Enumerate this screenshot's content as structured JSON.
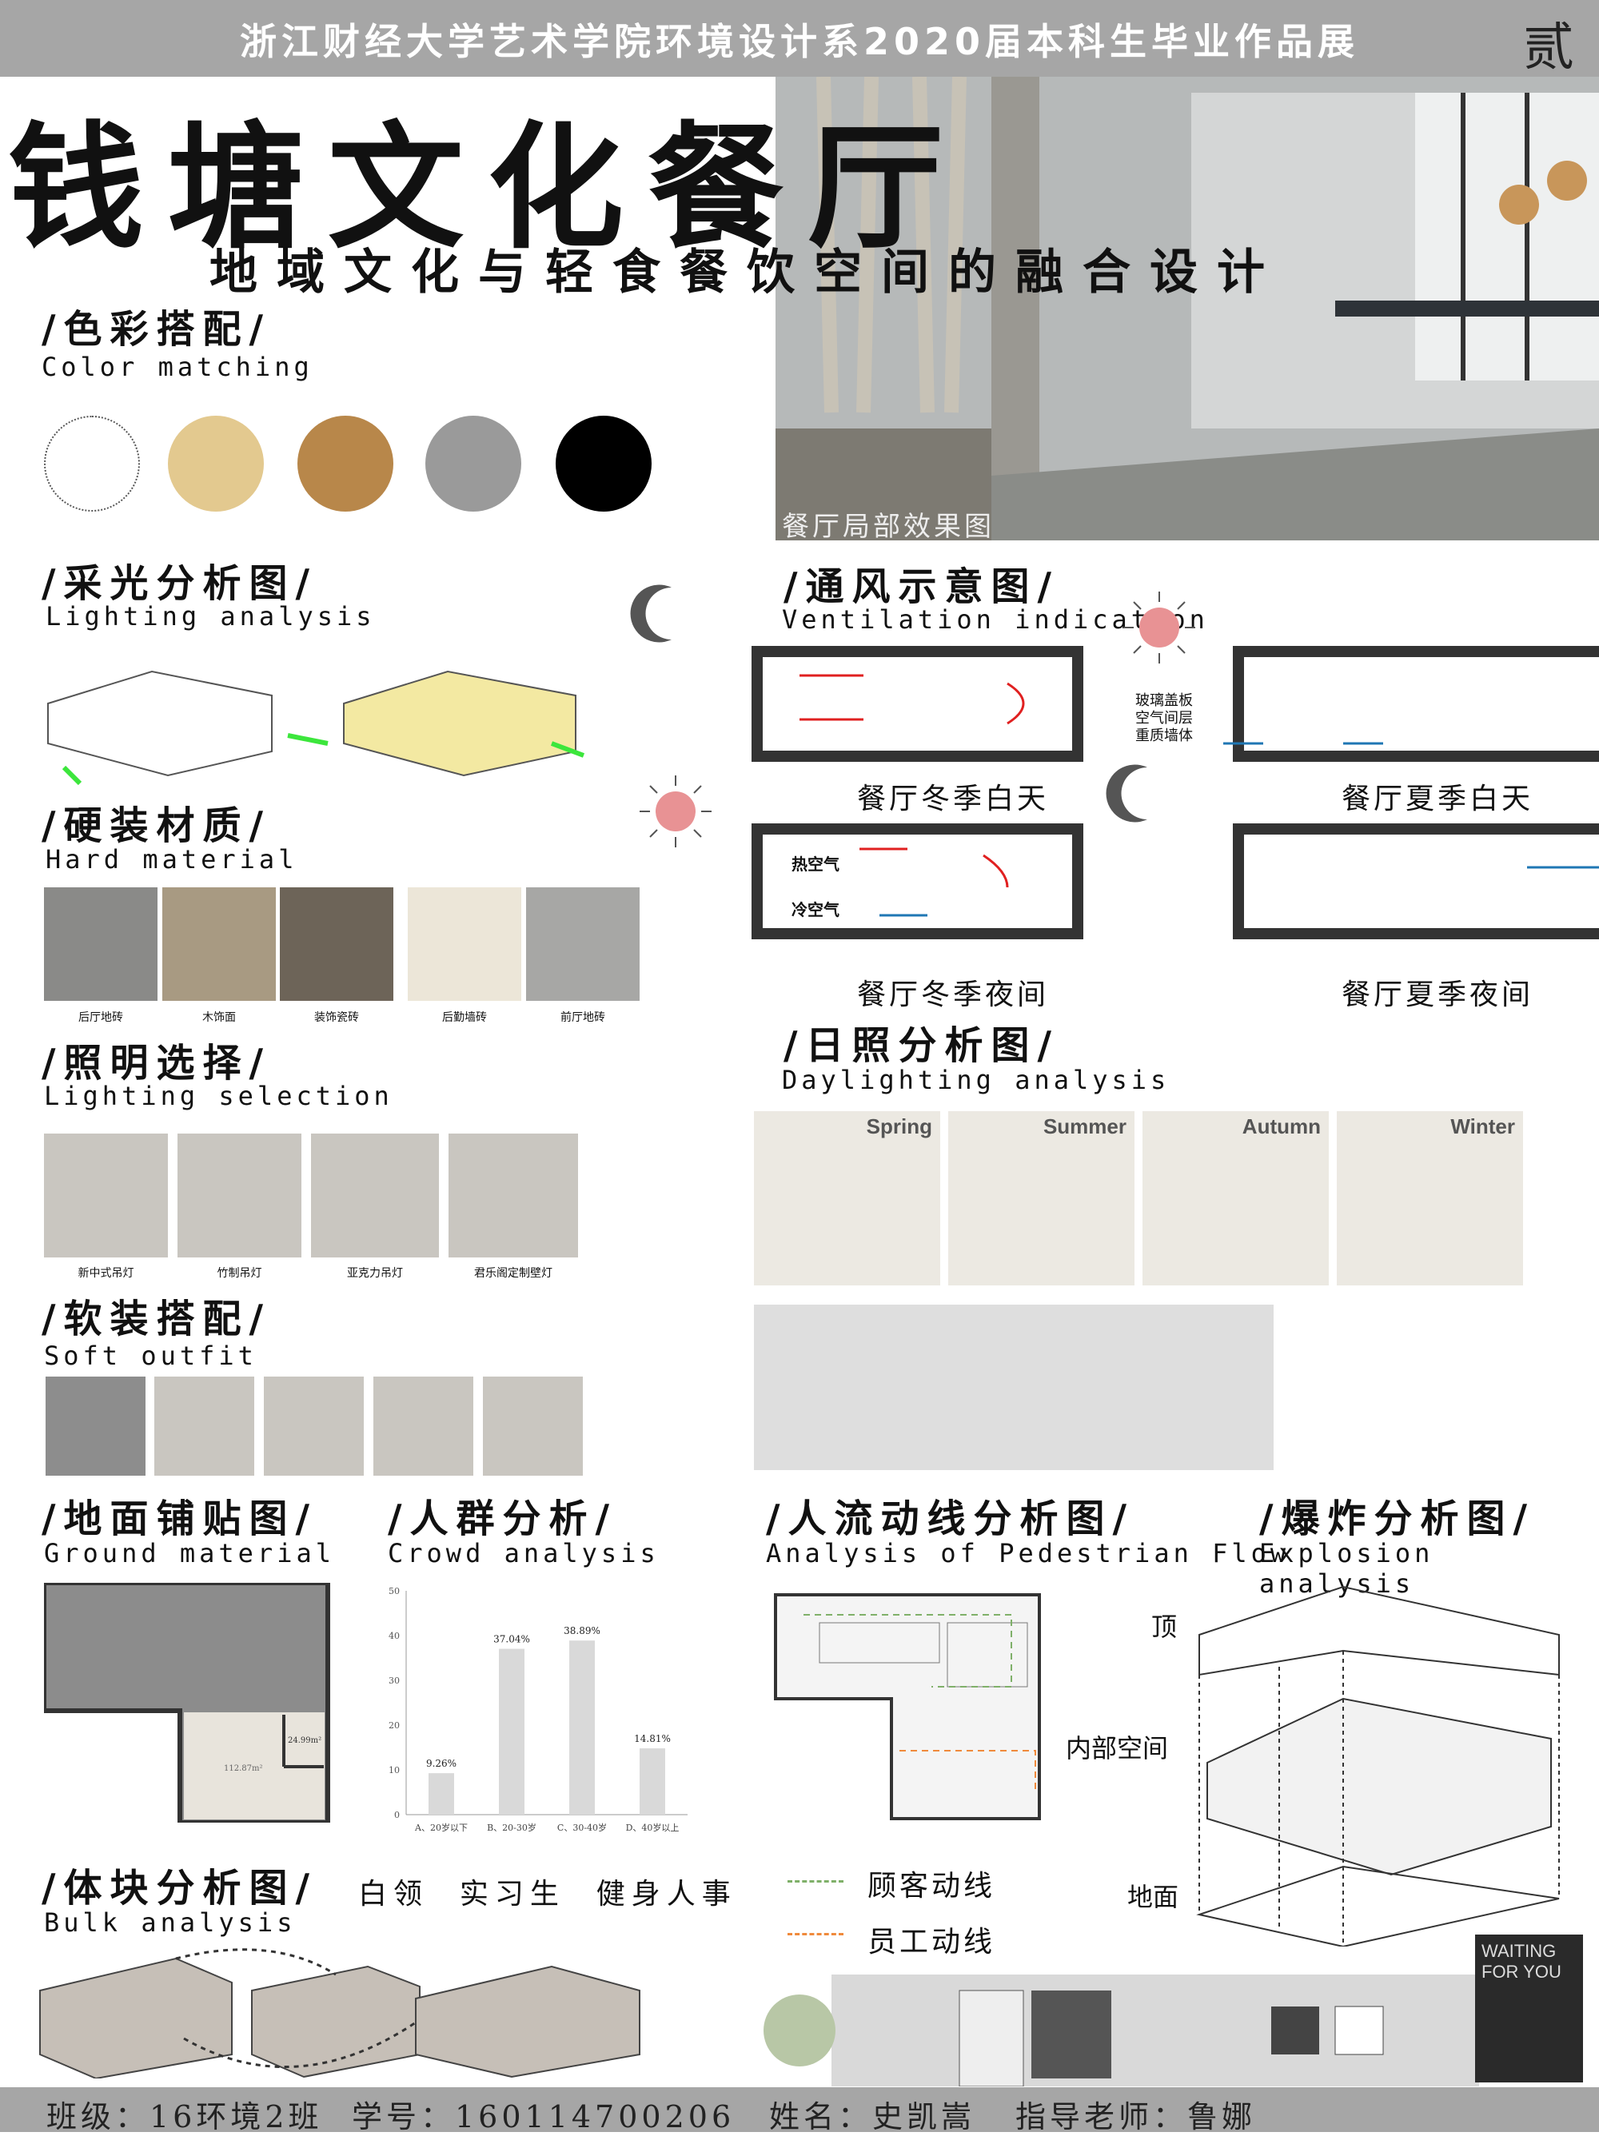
{
  "header": {
    "title": "浙江财经大学艺术学院环境设计系2020届本科生毕业作品展",
    "number": "贰"
  },
  "title": "钱塘文化餐厅",
  "subtitle": "地域文化与轻食餐饮空间的融合设计",
  "sections": {
    "color": {
      "cn": "/色彩搭配/",
      "en": "Color matching"
    },
    "lighting_analysis": {
      "cn": "/采光分析图/",
      "en": "Lighting analysis"
    },
    "hard_material": {
      "cn": "/硬装材质/",
      "en": "Hard material"
    },
    "lighting_selection": {
      "cn": "/照明选择/",
      "en": "Lighting selection"
    },
    "soft_outfit": {
      "cn": "/软装搭配/",
      "en": "Soft outfit"
    },
    "ground": {
      "cn": "/地面铺贴图/",
      "en": "Ground material"
    },
    "crowd": {
      "cn": "/人群分析/",
      "en": "Crowd analysis"
    },
    "bulk": {
      "cn": "/体块分析图/",
      "en": "Bulk analysis"
    },
    "ventilation": {
      "cn": "/通风示意图/",
      "en": "Ventilation indication"
    },
    "daylighting": {
      "cn": "/日照分析图/",
      "en": "Daylighting analysis"
    },
    "pedestrian": {
      "cn": "/人流动线分析图/",
      "en": "Analysis of Pedestrian Flow"
    },
    "explosion": {
      "cn": "/爆炸分析图/",
      "en": "Explosion analysis"
    }
  },
  "colors": [
    "#ffffff",
    "#e3c98f",
    "#b8874a",
    "#9a9a9a",
    "#000000"
  ],
  "render_caption": "餐厅局部效果图",
  "materials": [
    "后厅地砖",
    "木饰面",
    "装饰瓷砖",
    "后勤墙砖",
    "前厅地砖"
  ],
  "lamps": [
    "新中式吊灯",
    "竹制吊灯",
    "亚克力吊灯",
    "君乐阁定制壁灯"
  ],
  "ventilation": {
    "captions": [
      "餐厅冬季白天",
      "餐厅夏季白天",
      "餐厅冬季夜间",
      "餐厅夏季夜间"
    ],
    "layers": [
      "玻璃盖板",
      "空气间层",
      "重质墙体"
    ],
    "hot": "热空气",
    "cold": "冷空气"
  },
  "seasons": [
    "Spring",
    "Summer",
    "Autumn",
    "Winter"
  ],
  "chart_data": {
    "type": "bar",
    "categories": [
      "A、20岁以下",
      "B、20-30岁",
      "C、30-40岁",
      "D、40岁以上"
    ],
    "values": [
      9.26,
      37.04,
      38.89,
      14.81
    ],
    "labels": [
      "9.26%",
      "37.04%",
      "38.89%",
      "14.81%"
    ],
    "yticks": [
      0,
      10,
      20,
      30,
      40,
      50
    ],
    "ylim": [
      0,
      50
    ],
    "grid": false,
    "bar_color": "#d9d9d9"
  },
  "crowd_caption": "白领  实习生  健身人事",
  "pedestrian_legend": [
    {
      "label": "顾客动线",
      "color": "#7fb069"
    },
    {
      "label": "员工动线",
      "color": "#f08a3c"
    }
  ],
  "explosion_labels": {
    "top": "顶",
    "inner": "内部空间",
    "floor": "地面"
  },
  "poster_text": "WAITING FOR YOU",
  "ground_areas": [
    "24.99m²",
    "112.87m²"
  ],
  "footer": {
    "class": "班级：16环境2班",
    "student_id": "学号：160114700206",
    "name": "姓名：史凯嵩",
    "teacher": "指导老师：鲁娜"
  }
}
